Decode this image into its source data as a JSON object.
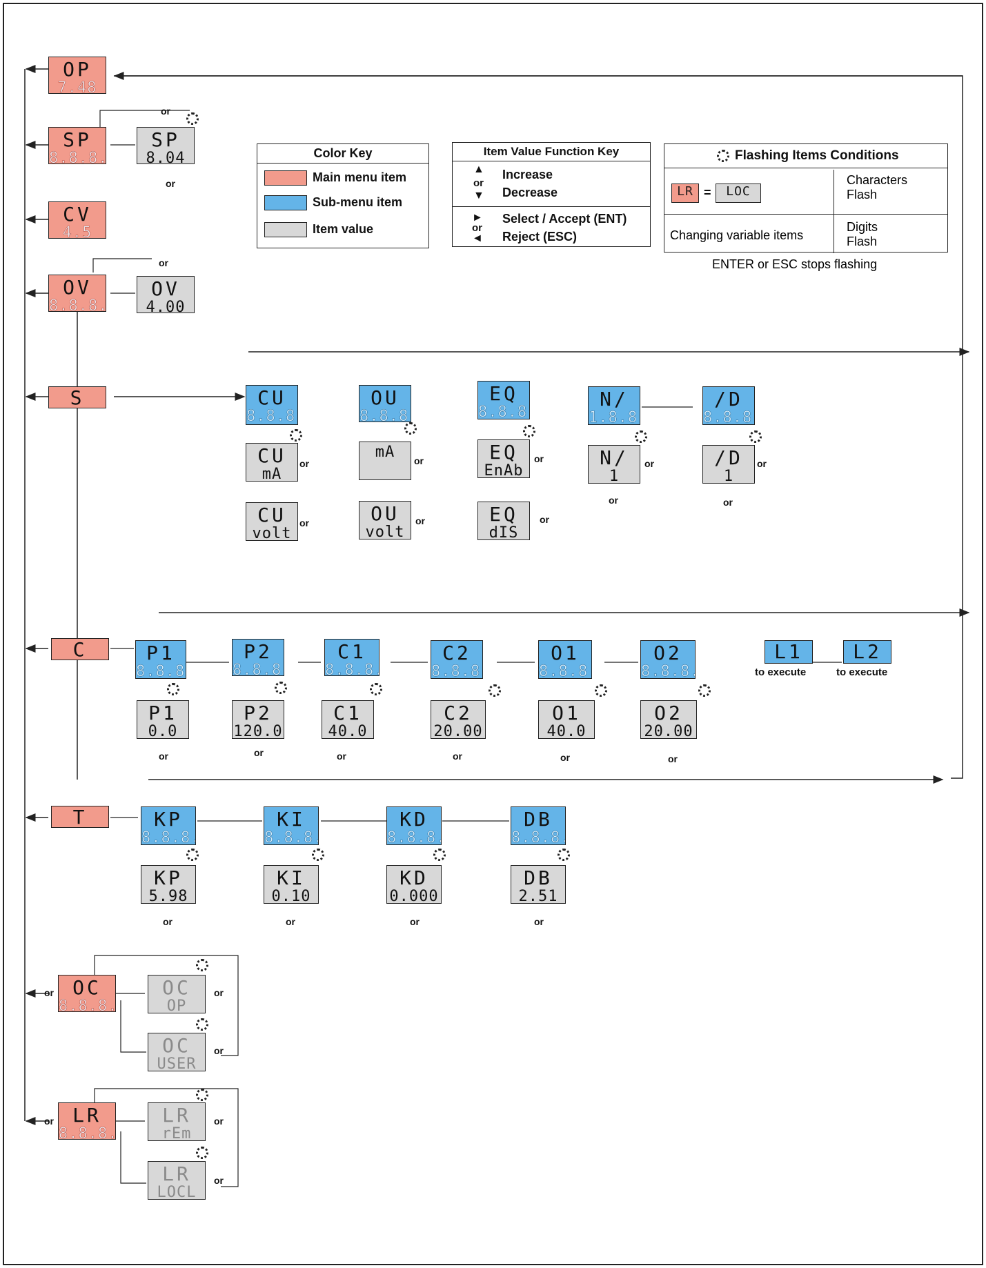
{
  "colors": {
    "main": "#f29b8c",
    "sub": "#64b4e8",
    "value": "#d8d8d8"
  },
  "keys": {
    "color_key": {
      "title": "Color Key",
      "items": [
        "Main menu item",
        "Sub-menu item",
        "Item value"
      ]
    },
    "value_key": {
      "title": "Item Value Function Key",
      "increase": "Increase",
      "decrease": "Decrease",
      "or": "or",
      "select": "Select / Accept (ENT)",
      "reject": "Reject (ESC)"
    },
    "flash_key": {
      "title": "Flashing Items Conditions",
      "eq": "=",
      "lr_box": "LR",
      "loc_box": "LOC",
      "chars": "Characters\nFlash",
      "changing": "Changing variable items",
      "digits": "Digits\nFlash",
      "footer": "ENTER or ESC stops flashing"
    }
  },
  "main_menu": [
    {
      "id": "op",
      "l1": "OP",
      "l2": "7.48"
    },
    {
      "id": "sp",
      "l1": "SP",
      "l2": "8.8.8.8"
    },
    {
      "id": "cv",
      "l1": "CV",
      "l2": "4.5"
    },
    {
      "id": "ov",
      "l1": "OV",
      "l2": "8.8.8.8"
    },
    {
      "id": "s",
      "l1": "S",
      "l2": ""
    },
    {
      "id": "c",
      "l1": "C",
      "l2": ""
    },
    {
      "id": "t",
      "l1": "T",
      "l2": ""
    },
    {
      "id": "oc",
      "l1": "OC",
      "l2": "8.8.8.8"
    },
    {
      "id": "lr",
      "l1": "LR",
      "l2": "8.8.8.8"
    }
  ],
  "values_top": {
    "sp": {
      "l1": "SP",
      "l2": "8.04"
    },
    "ov": {
      "l1": "OV",
      "l2": "4.00"
    }
  },
  "s_sub": [
    {
      "l1": "CU",
      "l2": "8.8.8.E"
    },
    {
      "l1": "OU",
      "l2": "8.8.8.8"
    },
    {
      "l1": "EQ",
      "l2": "8.8.8.8"
    },
    {
      "l1": "N/",
      "l2": "1.8.8.8"
    },
    {
      "l1": "/D",
      "l2": "8.8.8.8"
    }
  ],
  "s_vals": [
    {
      "l1": "CU",
      "l2": "mA"
    },
    {
      "l1": "CU",
      "l2": "volt"
    },
    {
      "l1": "",
      "l2": "mA"
    },
    {
      "l1": "OU",
      "l2": "volt"
    },
    {
      "l1": "EQ",
      "l2": "EnAb"
    },
    {
      "l1": "EQ",
      "l2": "dIS"
    },
    {
      "l1": "N/",
      "l2": "1"
    },
    {
      "l1": "/D",
      "l2": "1"
    }
  ],
  "c_sub": [
    {
      "l1": "P1",
      "l2": "8.8.8.E"
    },
    {
      "l1": "P2",
      "l2": "8.8.8.8"
    },
    {
      "l1": "C1",
      "l2": "8.8.8.8"
    },
    {
      "l1": "C2",
      "l2": "8.8.8.E"
    },
    {
      "l1": "O1",
      "l2": "8.8.8.E"
    },
    {
      "l1": "O2",
      "l2": "8.8.8.E"
    },
    {
      "l1": "L1",
      "l2": ""
    },
    {
      "l1": "L2",
      "l2": ""
    }
  ],
  "c_vals": [
    {
      "l1": "P1",
      "l2": "0.0"
    },
    {
      "l1": "P2",
      "l2": "120.0"
    },
    {
      "l1": "C1",
      "l2": "40.0"
    },
    {
      "l1": "C2",
      "l2": "20.00"
    },
    {
      "l1": "O1",
      "l2": "40.0"
    },
    {
      "l1": "O2",
      "l2": "20.00"
    }
  ],
  "to_execute": "to execute",
  "t_sub": [
    {
      "l1": "KP",
      "l2": "8.8.8.8"
    },
    {
      "l1": "KI",
      "l2": "8.8.8.8"
    },
    {
      "l1": "KD",
      "l2": "8.8.8.8"
    },
    {
      "l1": "DB",
      "l2": "8.8.8.8"
    }
  ],
  "t_vals": [
    {
      "l1": "KP",
      "l2": "5.98"
    },
    {
      "l1": "KI",
      "l2": "0.10"
    },
    {
      "l1": "KD",
      "l2": "0.000"
    },
    {
      "l1": "DB",
      "l2": "2.51"
    }
  ],
  "oc_vals": [
    {
      "l1": "OC",
      "l2": "OP"
    },
    {
      "l1": "OC",
      "l2": "USER"
    }
  ],
  "lr_vals": [
    {
      "l1": "LR",
      "l2": "rEm"
    },
    {
      "l1": "LR",
      "l2": "LOCL"
    }
  ],
  "or": "or"
}
